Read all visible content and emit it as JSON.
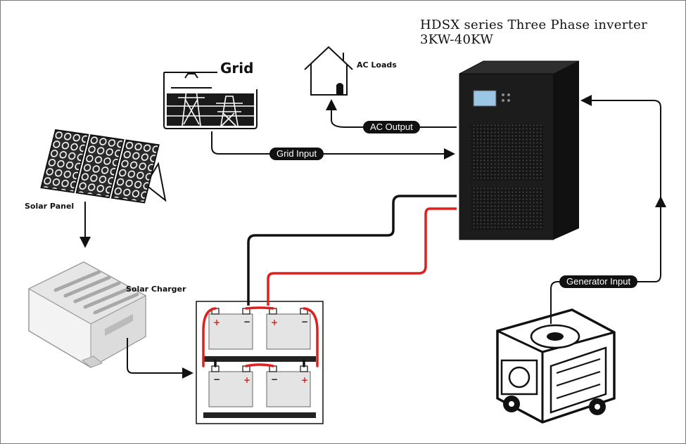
{
  "title": {
    "line1": "HDSX series Three Phase inverter",
    "line2": "3KW-40KW"
  },
  "labels": {
    "grid": "Grid",
    "ac_loads": "AC Loads",
    "solar_panel": "Solar Panel",
    "solar_charger": "Solar Charger"
  },
  "connections": {
    "ac_output": "AC Output",
    "grid_input": "Grid Input",
    "generator_input": "Generator Input"
  },
  "colors": {
    "line": "#111111",
    "positive_cable": "#e0201c",
    "inverter_body": "#1c1c1c"
  },
  "icons": [
    "grid-pylon-icon",
    "house-icon",
    "solar-panel-icon",
    "solar-charger-icon",
    "battery-bank-icon",
    "inverter-icon",
    "generator-icon"
  ]
}
